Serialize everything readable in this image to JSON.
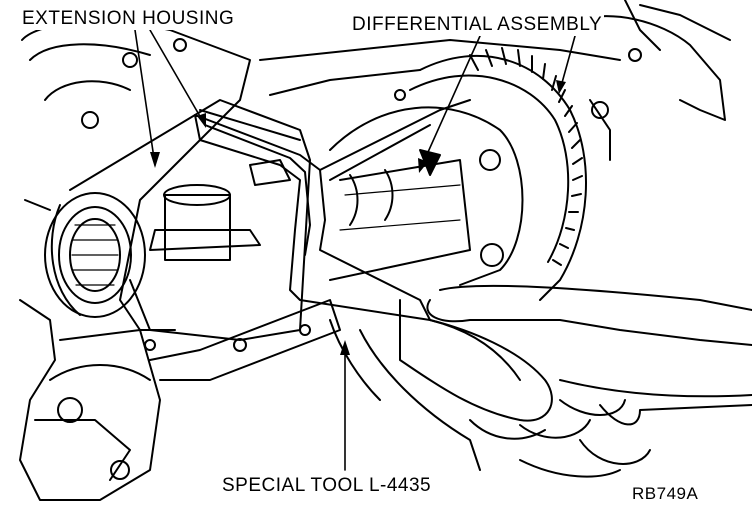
{
  "callouts": {
    "extension_housing": "EXTENSION HOUSING",
    "differential_assembly": "DIFFERENTIAL ASSEMBLY",
    "special_tool": "SPECIAL TOOL L-4435"
  },
  "figure_code": "RB749A"
}
